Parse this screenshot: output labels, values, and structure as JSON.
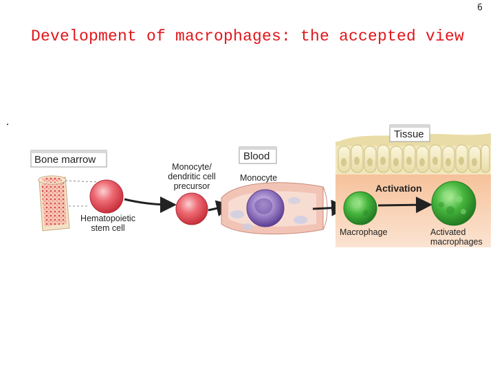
{
  "slide": {
    "number": "6",
    "title": "Development of macrophages: the accepted view"
  },
  "diagram": {
    "bone_marrow_label": "Bone marrow",
    "blood_label": "Blood",
    "tissue_label": "Tissue",
    "activation_label": "Activation",
    "stem_cell_line1": "Hematopoietic",
    "stem_cell_line2": "stem cell",
    "precursor_line1": "Monocyte/",
    "precursor_line2": "dendritic cell",
    "precursor_line3": "precursor",
    "monocyte_label": "Monocyte",
    "macrophage_label": "Macrophage",
    "activated_line1": "Activated",
    "activated_line2": "macrophages"
  },
  "colors": {
    "title": "#e1161b",
    "stem_cell": "#e8505c",
    "monocyte": "#8a6fb8",
    "macrophage": "#3daa3a",
    "tissue_bg": "#f7c9a0"
  }
}
